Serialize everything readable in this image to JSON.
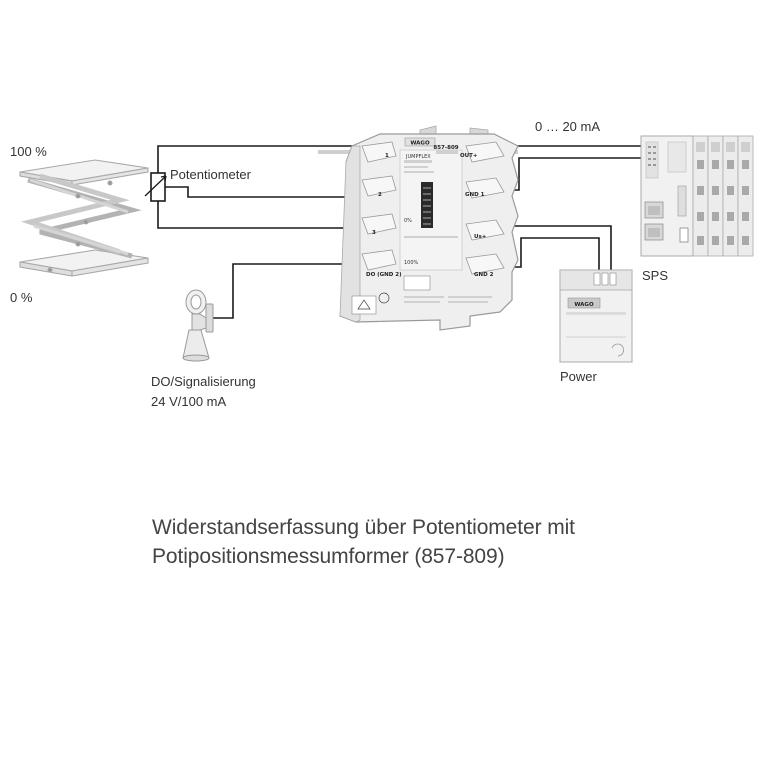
{
  "labels": {
    "top_percent": "100 %",
    "bottom_percent": "0 %",
    "potentiometer": "Potentiometer",
    "current_range": "0 … 20 mA",
    "sps": "SPS",
    "power": "Power",
    "do_line1": "DO/Signalisierung",
    "do_line2": "24 V/100 mA"
  },
  "module": {
    "model": "857-809",
    "brand": "WAGO",
    "series": "JUMPFLEX",
    "terminals": {
      "t1": "1",
      "t2": "2",
      "t3": "3",
      "out_plus": "OUT+",
      "gnd1": "GND 1",
      "us_plus": "Us+",
      "gnd2": "GND 2",
      "do_gnd": "DO (GND 2)"
    },
    "scale_low": "0%",
    "scale_high": "100%"
  },
  "power_supply": {
    "brand": "WAGO"
  },
  "caption": {
    "line1": "Widerstandserfassung über Potentiometer mit",
    "line2": "Potipositionsmessumformer (857-809)"
  },
  "colors": {
    "wire": "#1a1a1a",
    "device_fill": "#eeeeee",
    "device_stroke": "#999999",
    "caption_text": "#444444"
  }
}
